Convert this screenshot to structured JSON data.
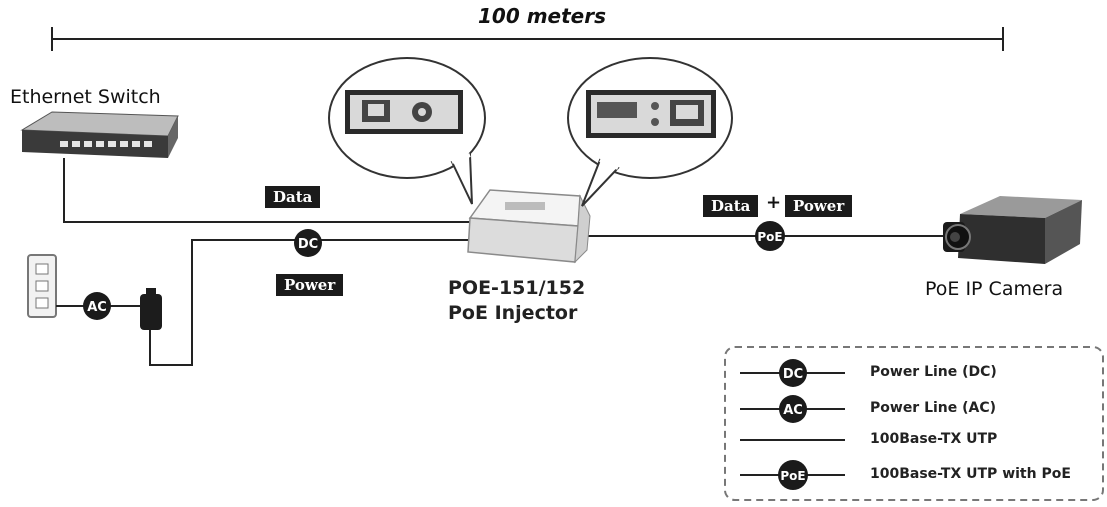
{
  "distance": {
    "label": "100 meters"
  },
  "devices": {
    "switch": "Ethernet Switch",
    "camera": "PoE IP Camera",
    "injector_model": "POE-151/152",
    "injector_name": "PoE Injector"
  },
  "connections": {
    "data_tag": "Data",
    "power_tag": "Power",
    "combined_data": "Data",
    "combined_plus": "+",
    "combined_power": "Power",
    "dc_marker": "DC",
    "ac_marker": "AC",
    "poe_marker": "PoE"
  },
  "legend": {
    "items": [
      {
        "marker": "DC",
        "label": "Power Line (DC)"
      },
      {
        "marker": "AC",
        "label": "Power Line (AC)"
      },
      {
        "marker": "",
        "label": "100Base-TX UTP"
      },
      {
        "marker": "PoE",
        "label": "100Base-TX UTP with PoE"
      }
    ]
  }
}
